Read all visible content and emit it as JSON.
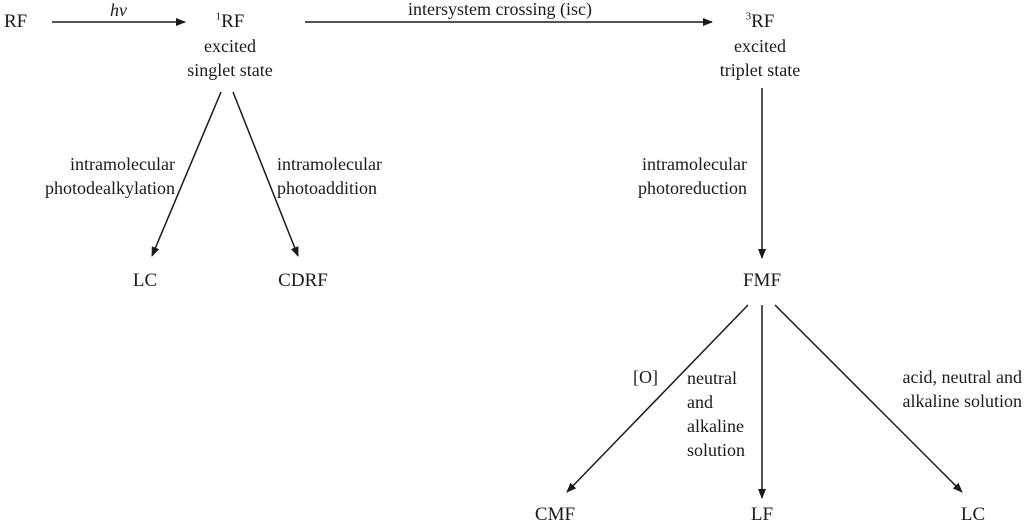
{
  "nodes": {
    "rf": "RF",
    "singlet": {
      "sup": "1",
      "main": "RF",
      "desc1": "excited",
      "desc2": "singlet state"
    },
    "triplet": {
      "sup": "3",
      "main": "RF",
      "desc1": "excited",
      "desc2": "triplet state"
    },
    "lc_top": "LC",
    "cdrf": "CDRF",
    "fmf": "FMF",
    "cmf": "CMF",
    "lf": "LF",
    "lc_bottom": "LC"
  },
  "edges": {
    "hv": "hv",
    "isc": "intersystem crossing (isc)",
    "dealkylation": [
      "intramolecular",
      "photodealkylation"
    ],
    "addition": [
      "intramolecular",
      "photoaddition"
    ],
    "reduction": [
      "intramolecular",
      "photoreduction"
    ],
    "oxidation": "[O]",
    "neutral_alkaline": [
      "neutral",
      "and",
      "alkaline",
      "solution"
    ],
    "acid_neutral_alkaline": [
      "acid, neutral and",
      "alkaline solution"
    ]
  }
}
